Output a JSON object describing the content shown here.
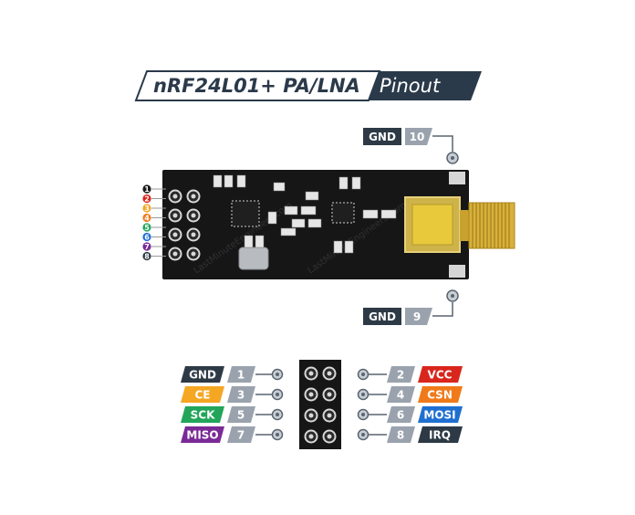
{
  "title": {
    "main": "nRF24L01+ PA/LNA",
    "tag": "Pinout"
  },
  "antenna_pins": [
    {
      "label": "GND",
      "number": "10"
    },
    {
      "label": "GND",
      "number": "9"
    }
  ],
  "left_pins": [
    {
      "label": "GND",
      "number": "1",
      "color": "#2d3a46"
    },
    {
      "label": "CE",
      "number": "3",
      "color": "#f5a623"
    },
    {
      "label": "SCK",
      "number": "5",
      "color": "#22a55a"
    },
    {
      "label": "MISO",
      "number": "7",
      "color": "#7a2a96"
    }
  ],
  "right_pins": [
    {
      "label": "VCC",
      "number": "2",
      "color": "#d9261c"
    },
    {
      "label": "CSN",
      "number": "4",
      "color": "#f07a1a"
    },
    {
      "label": "MOSI",
      "number": "6",
      "color": "#1f6fd1"
    },
    {
      "label": "IRQ",
      "number": "8",
      "color": "#2d3a46"
    }
  ],
  "pin_legend": [
    {
      "number": "1",
      "color": "#1c1c1c"
    },
    {
      "number": "2",
      "color": "#d9261c"
    },
    {
      "number": "3",
      "color": "#f5a623"
    },
    {
      "number": "4",
      "color": "#f07a1a"
    },
    {
      "number": "5",
      "color": "#22a55a"
    },
    {
      "number": "6",
      "color": "#1f6fd1"
    },
    {
      "number": "7",
      "color": "#7a2a96"
    },
    {
      "number": "8",
      "color": "#2d3a46"
    }
  ],
  "watermark": "LastMinuteEngineers.com"
}
